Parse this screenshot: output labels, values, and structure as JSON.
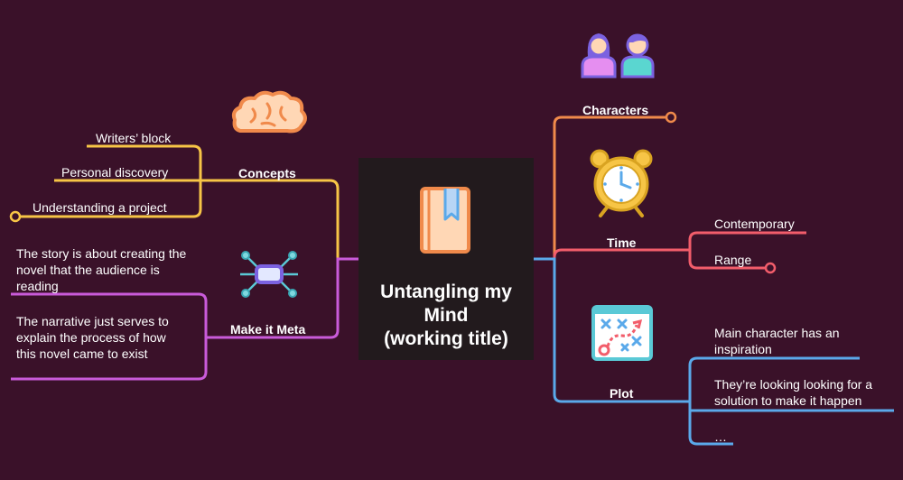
{
  "central": {
    "title": "Untangling my Mind\n(working title)",
    "title_lines": [
      "Untangling my",
      "Mind",
      "(working title)"
    ]
  },
  "branches": {
    "concepts": {
      "title": "Concepts",
      "color": "#f7c546",
      "children": [
        "Writers’ block",
        "Personal discovery",
        "Understanding a project"
      ]
    },
    "meta": {
      "title": "Make it Meta",
      "color": "#c95bd9",
      "children": [
        "The story is about creating the novel that the audience is reading",
        "The narrative just serves to explain the process of how this novel came to exist"
      ]
    },
    "characters": {
      "title": "Characters",
      "color": "#f08a4b"
    },
    "time": {
      "title": "Time",
      "color": "#f25d6b",
      "children": [
        "Contemporary",
        "Range"
      ]
    },
    "plot": {
      "title": "Plot",
      "color": "#5aa9ea",
      "children": [
        "Main character has an inspiration",
        "They’re looking looking for a solution to make it happen",
        "…"
      ]
    }
  },
  "icons": [
    "book-icon",
    "brain-icon",
    "network-icon",
    "people-icon",
    "alarm-clock-icon",
    "strategy-board-icon"
  ]
}
